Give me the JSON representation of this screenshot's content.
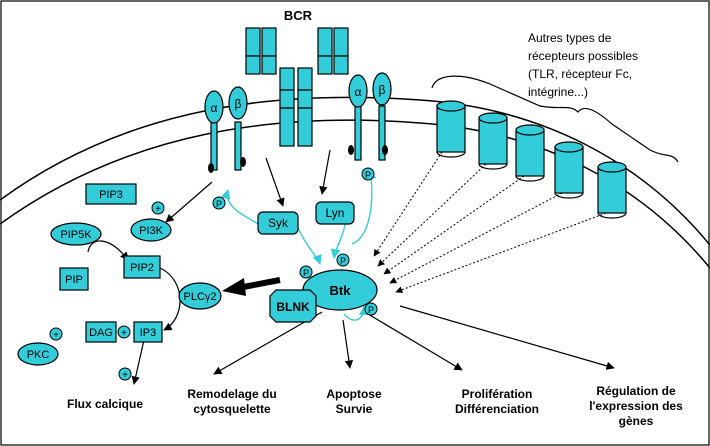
{
  "title": "BCR",
  "other_receptors": [
    "Autres types de",
    "récepteurs possibles",
    "(TLR, récepteur Fc,",
    "intégrine...)"
  ],
  "chains": {
    "alpha": "α",
    "beta": "β"
  },
  "nodes": {
    "pip3": "PIP3",
    "pip5k": "PIP5K",
    "pi3k": "PI3K",
    "pip": "PIP",
    "pip2": "PIP2",
    "plcg2": "PLCγ2",
    "syk": "Syk",
    "lyn": "Lyn",
    "btk": "Btk",
    "blnk": "BLNK",
    "dag": "DAG",
    "ip3": "IP3",
    "pkc": "PKC"
  },
  "symbols": {
    "phospho": "P",
    "plus": "+"
  },
  "outcomes": {
    "flux": "Flux calcique",
    "remodel_1": "Remodelage du",
    "remodel_2": "cytosquelette",
    "apoptose_1": "Apoptose",
    "apoptose_2": "Survie",
    "prolif_1": "Prolifération",
    "prolif_2": "Différenciation",
    "regul_1": "Régulation de",
    "regul_2": "l'expression des",
    "regul_3": "gènes"
  },
  "colors": {
    "fill": "#33ccd9",
    "stroke": "#000000",
    "arrow_cyan": "#33ccd9"
  }
}
